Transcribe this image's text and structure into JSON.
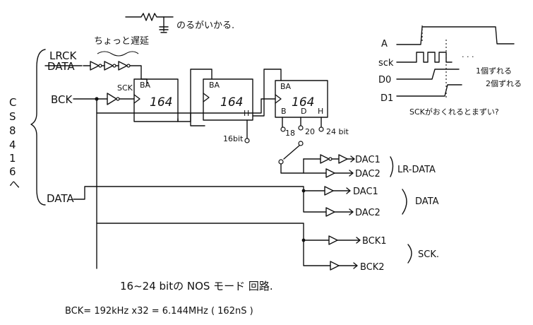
{
  "top_note": "のるがいかる.",
  "delay_note": "ちょっと遅延",
  "side_label": [
    "C",
    "S",
    "8",
    "4",
    "1",
    "6",
    "へ"
  ],
  "inputs": {
    "lrck": "LRCK",
    "data_struck": "DATA",
    "bck": "BCK",
    "data": "DATA"
  },
  "sck_tag": "SCK",
  "chips": [
    {
      "pin_top": "BA",
      "name": "164",
      "pin_h": ""
    },
    {
      "pin_top": "BA",
      "name": "164",
      "pin_h": "H"
    },
    {
      "pin_top": "BA",
      "name": "164",
      "pin_h": "H",
      "pin_b": "B",
      "pin_d": "D"
    }
  ],
  "bit_labels": {
    "b16": "16bit",
    "b18": "18",
    "b20": "20",
    "b24": "24 bit"
  },
  "outputs": {
    "lr_group": [
      "DAC1",
      "DAC2"
    ],
    "lr_label": "LR-DATA",
    "data_group": [
      "DAC1",
      "DAC2"
    ],
    "data_label": "DATA",
    "sck_group": [
      "BCK1",
      "BCK2"
    ],
    "sck_label": "SCK."
  },
  "timing": {
    "rows": [
      "A",
      "sck",
      "D0",
      "D1"
    ],
    "dots": "· · ·",
    "note1": "1個ずれる",
    "note2": "2個ずれる",
    "question": "SCKがおくれるとまずい?"
  },
  "title": "16~24 bitの NOS モード 回路.",
  "formula": "BCK= 192kHz x32 = 6.144MHz ( 162nS )"
}
